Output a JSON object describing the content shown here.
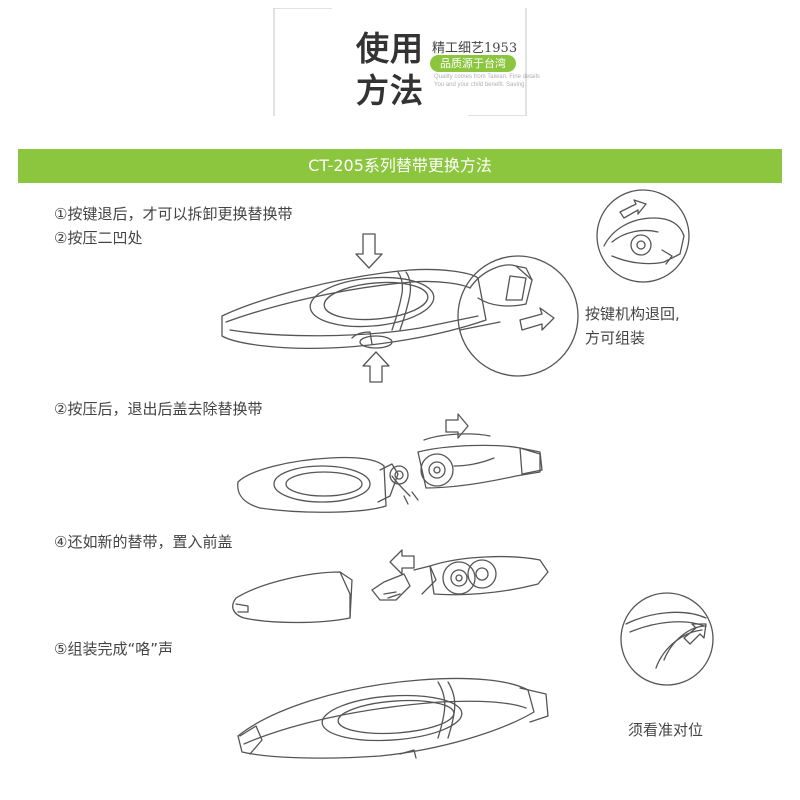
{
  "header": {
    "title_line1": "使用",
    "title_line2": "方法",
    "brand": "精工细艺1953",
    "pill": "品质源于台湾",
    "en_line1": "Quality comes from Taiwan. Fine details",
    "en_line2": "You and your child benefit. Saving"
  },
  "band": {
    "title": "CT-205系列替带更换方法"
  },
  "steps": {
    "s1_line1": "①按键退后，才可以拆卸更换替换带",
    "s1_line2": "②按压二凹处",
    "s2": "②按压后，退出后盖去除替换带",
    "s4": "④还如新的替带，置入前盖",
    "s5": "⑤组装完成“咯”声"
  },
  "notes": {
    "n1_line1": "按键机构退回,",
    "n1_line2": "方可组装",
    "n2": "须看准对位"
  },
  "colors": {
    "accent": "#8cc63e",
    "line": "#555555"
  }
}
